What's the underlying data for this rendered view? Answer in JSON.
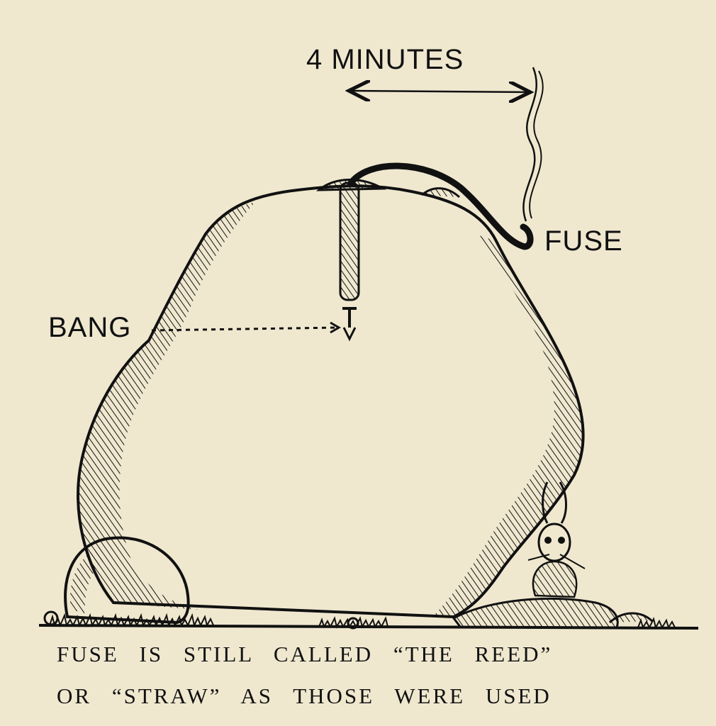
{
  "labels": {
    "duration": "4 MINUTES",
    "fuse": "FUSE",
    "bang": "BANG"
  },
  "caption": {
    "line1": "FUSE  IS  STILL  CALLED  “THE  REED”",
    "line2": "OR  “STRAW”  AS  THOSE  WERE  USED"
  },
  "colors": {
    "paper": "#efe8cf",
    "ink": "#111111"
  }
}
